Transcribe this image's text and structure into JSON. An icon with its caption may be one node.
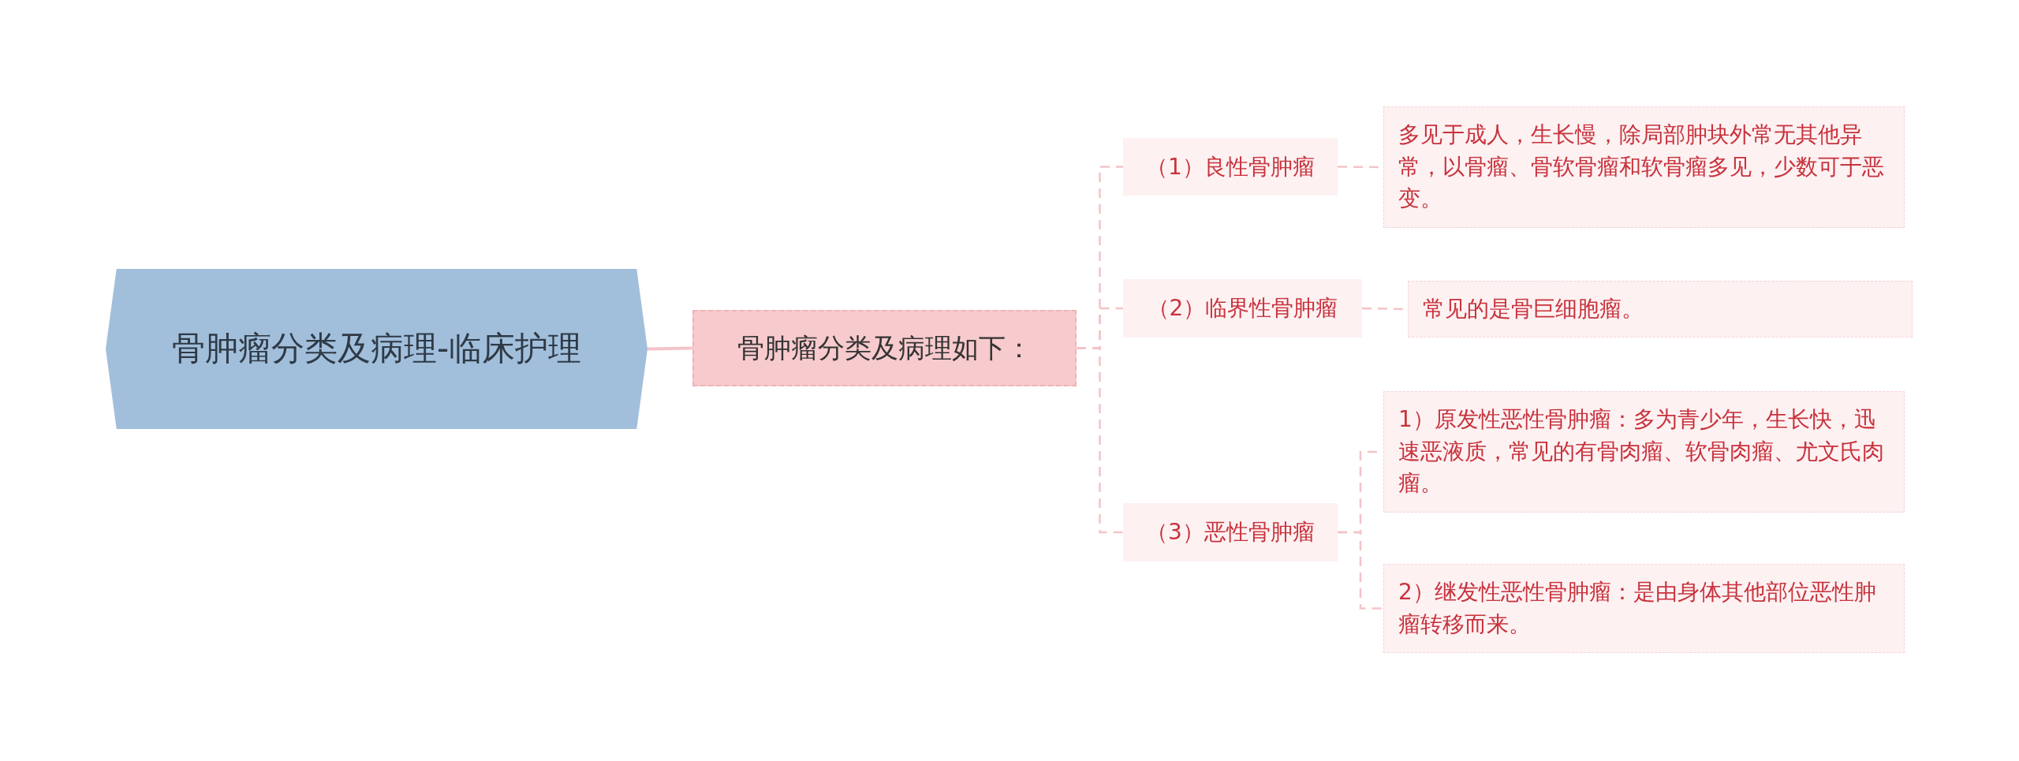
{
  "diagram": {
    "nodes": [
      {
        "text": [
          "骨肿瘤分类及病理-临床护理"
        ]
      },
      {
        "text": [
          "骨肿瘤分类及病理如下："
        ]
      },
      {
        "text": [
          "（1）良性骨肿瘤"
        ]
      },
      {
        "text": [
          "（2）临界性骨肿瘤"
        ]
      },
      {
        "text": [
          "（3）恶性骨肿瘤"
        ]
      },
      {
        "text": [
          "多见于成人，生长慢，除局部肿块外常无其他异常，以骨瘤、骨软骨瘤和软骨瘤多见，少数可于恶变。"
        ]
      },
      {
        "text": [
          "常见的是骨巨细胞瘤。"
        ]
      },
      {
        "text": [
          "1）原发性恶性骨肿瘤：多为青少年，生长快，迅速恶液质，常见的有骨肉瘤、软骨肉瘤、尤文氏肉瘤。"
        ]
      },
      {
        "text": [
          "2）继发性恶性骨肿瘤：是由身体其他部位恶性肿瘤转移而来。"
        ]
      }
    ],
    "edges": [
      {
        "from": 0,
        "to": 1,
        "arrow": "none"
      },
      {
        "from": 1,
        "to": 2,
        "arrow": "none",
        "style": "dashed"
      },
      {
        "from": 1,
        "to": 3,
        "arrow": "none",
        "style": "dashed"
      },
      {
        "from": 1,
        "to": 4,
        "arrow": "none",
        "style": "dashed"
      },
      {
        "from": 2,
        "to": 5,
        "arrow": "none",
        "style": "dashed"
      },
      {
        "from": 3,
        "to": 6,
        "arrow": "none",
        "style": "dashed"
      },
      {
        "from": 4,
        "to": 7,
        "arrow": "none",
        "style": "dashed"
      },
      {
        "from": 4,
        "to": 8,
        "arrow": "none",
        "style": "dashed"
      }
    ]
  }
}
